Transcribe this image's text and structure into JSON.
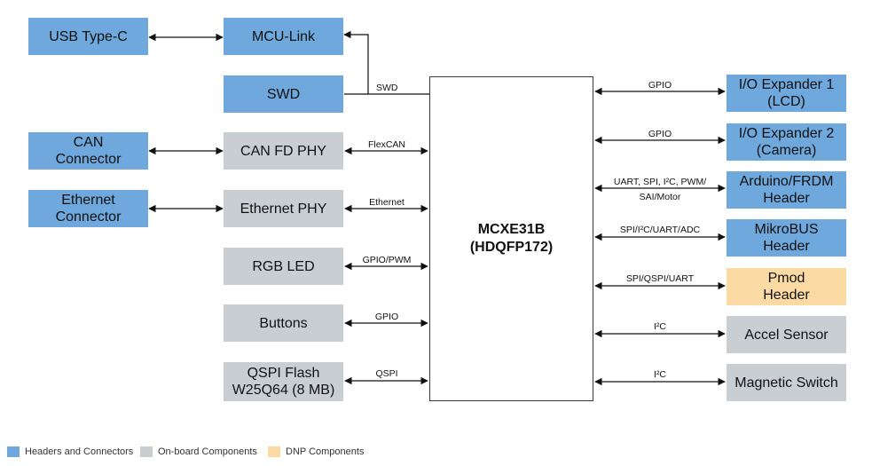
{
  "mcu": {
    "line1": "MCXE31B",
    "line2": "(HDQFP172)"
  },
  "blocks": {
    "usb": "USB Type-C",
    "mcu_link": "MCU-Link",
    "swd": "SWD",
    "can_connector": "CAN\nConnector",
    "can_phy": "CAN FD PHY",
    "eth_connector": "Ethernet\nConnector",
    "eth_phy": "Ethernet PHY",
    "rgb_led": "RGB LED",
    "buttons": "Buttons",
    "qspi_flash": "QSPI Flash\nW25Q64 (8 MB)",
    "io_exp1": "I/O Expander 1\n(LCD)",
    "io_exp2": "I/O Expander 2\n(Camera)",
    "arduino": "Arduino/FRDM\nHeader",
    "mikrobus": "MikroBUS\nHeader",
    "pmod": "Pmod\nHeader",
    "accel": "Accel Sensor",
    "magnetic": "Magnetic Switch"
  },
  "links": {
    "swd": "SWD",
    "flexcan": "FlexCAN",
    "ethernet": "Ethernet",
    "gpio_pwm": "GPIO/PWM",
    "gpio_buttons": "GPIO",
    "qspi": "QSPI",
    "gpio_exp1": "GPIO",
    "gpio_exp2": "GPIO",
    "arduino_line1": "UART, SPI, I²C, PWM/",
    "arduino_line2": "SAI/Motor",
    "mikrobus": "SPI/I²C/UART/ADC",
    "pmod": "SPI/QSPI/UART",
    "i2c_accel": "I²C",
    "i2c_magnetic": "I²C"
  },
  "legend": {
    "headers": "Headers and Connectors",
    "onboard": "On-board Components",
    "dnp": "DNP Components"
  },
  "colors": {
    "headers": "#6fa8dc",
    "onboard": "#c9ced3",
    "dnp": "#fbdba3"
  }
}
